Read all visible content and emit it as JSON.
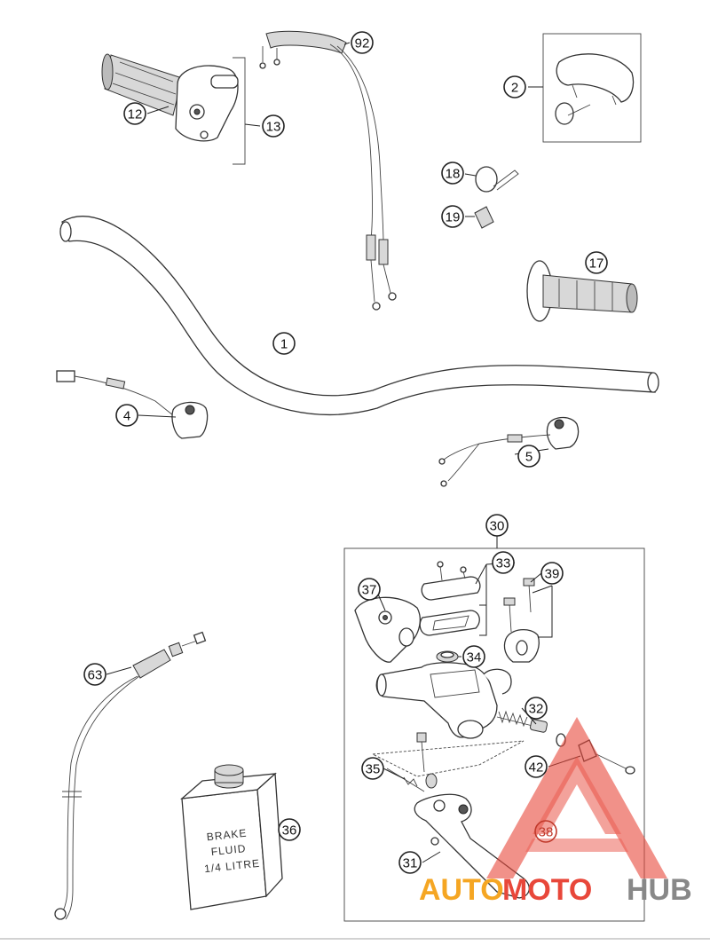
{
  "parts": {
    "p1": "1",
    "p2": "2",
    "p4": "4",
    "p5": "5",
    "p12": "12",
    "p13": "13",
    "p17": "17",
    "p18": "18",
    "p19": "19",
    "p30": "30",
    "p31": "31",
    "p32": "32",
    "p33": "33",
    "p34": "34",
    "p35": "35",
    "p36": "36",
    "p37": "37",
    "p38": "38",
    "p39": "39",
    "p42": "42",
    "p63": "63",
    "p92": "92"
  },
  "bottle": {
    "line1": "BRAKE",
    "line2": "FLUID",
    "line3": "1/4 LITRE"
  },
  "watermark": {
    "part_auto": "AUTO",
    "part_moto": "MOTO",
    "part_hub": "HUB",
    "color_orange": "#f5a623",
    "color_red": "#e8473a",
    "color_gray": "#888888"
  }
}
